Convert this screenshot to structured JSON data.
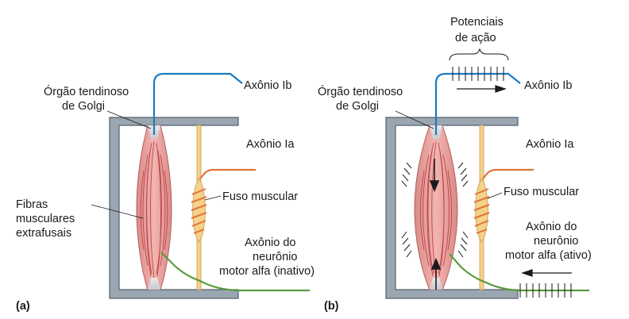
{
  "panel_a": {
    "tag": "(a)",
    "golgi_label": [
      "Órgão tendinoso",
      "de Golgi"
    ],
    "axon_ib": "Axônio Ib",
    "axon_ia": "Axônio Ia",
    "spindle": "Fuso muscular",
    "fibers": [
      "Fibras",
      "musculares",
      "extrafusais"
    ],
    "alpha": [
      "Axônio do",
      "neurônio",
      "motor alfa (inativo)"
    ]
  },
  "panel_b": {
    "tag": "(b)",
    "golgi_label": [
      "Órgão tendinoso",
      "de Golgi"
    ],
    "action_potentials": [
      "Potenciais",
      "de ação"
    ],
    "axon_ib": "Axônio Ib",
    "axon_ia": "Axônio Ia",
    "spindle": "Fuso muscular",
    "alpha": [
      "Axônio do",
      "neurônio",
      "motor alfa (ativo)"
    ]
  },
  "colors": {
    "frame": "#9aa7b2",
    "frame_stroke": "#55606a",
    "muscle": "#e8a3a0",
    "muscle_stripe": "#b8323a",
    "ib_axon": "#1c7bbf",
    "ia_axon": "#e0743a",
    "alpha_axon": "#5a9a3c",
    "spindle_fill": "#f5d28a"
  }
}
